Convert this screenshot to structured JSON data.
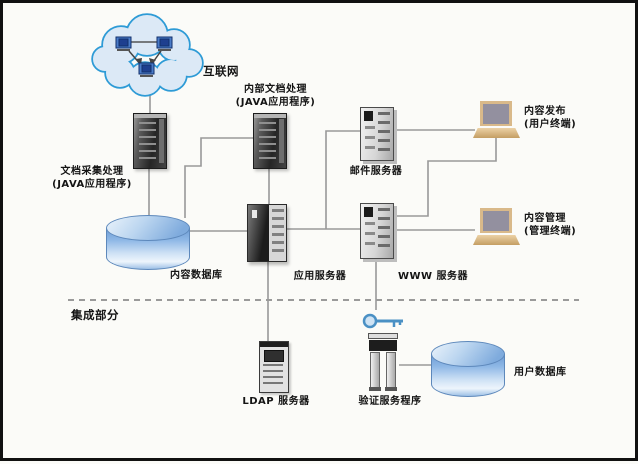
{
  "diagram": {
    "internet": {
      "label": "互联网"
    },
    "nodes": {
      "doc_collect": {
        "line1": "文档采集处理",
        "line2": "(JAVA应用程序)"
      },
      "internal_doc": {
        "line1": "内部文档处理",
        "line2": "(JAVA应用程序)"
      },
      "mail": {
        "label": "邮件服务器"
      },
      "publish": {
        "line1": "内容发布",
        "line2": "(用户终端)"
      },
      "manage": {
        "line1": "内容管理",
        "line2": "(管理终端)"
      },
      "content_db": {
        "label": "内容数据库"
      },
      "app": {
        "label": "应用服务器"
      },
      "www": {
        "label": "WWW 服务器"
      },
      "ldap": {
        "label": "LDAP 服务器"
      },
      "auth": {
        "label": "验证服务程序"
      },
      "user_db": {
        "label": "用户数据库"
      }
    },
    "sections": {
      "integration": "集成部分"
    },
    "colors": {
      "cloud_stroke": "#2e9bd6",
      "cloud_fill": "#dce9f6",
      "db_blue": "#6d9cd4",
      "line_gray": "#999999",
      "laptop_tan": "#d9b98a",
      "key_blue": "#4a90c4",
      "text": "#141414"
    }
  }
}
